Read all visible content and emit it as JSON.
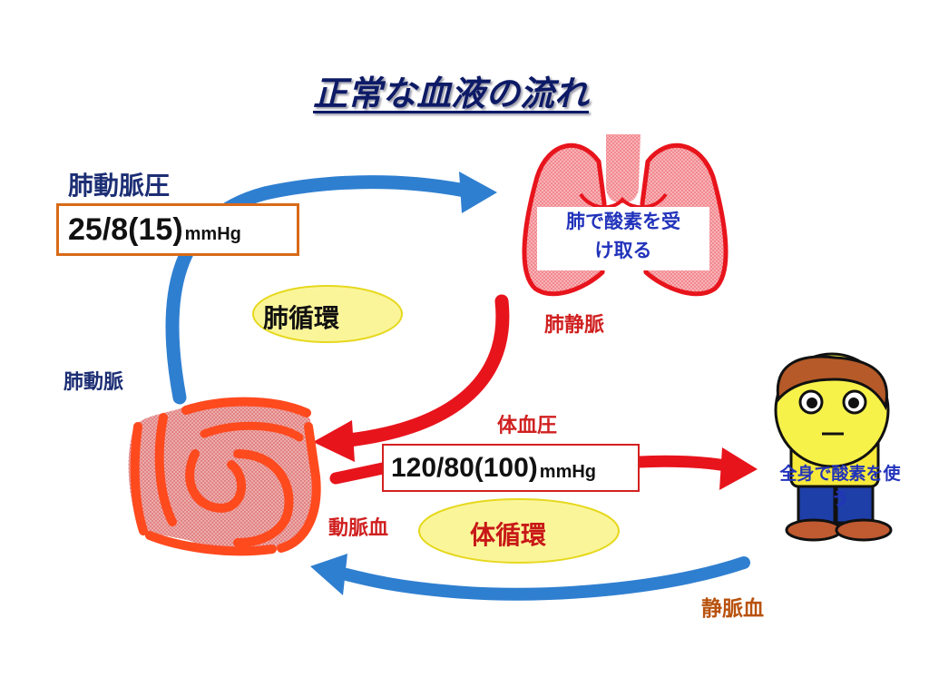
{
  "title": "正常な血液の流れ",
  "pulmonary_artery_pressure": {
    "label": "肺動脈圧",
    "value": "25/8(15)",
    "unit": "mmHg"
  },
  "pulmonary_artery": "肺動脈",
  "pulmonary_vein": "肺静脈",
  "pulmonary_circulation": "肺循環",
  "lungs_caption": {
    "line1": "肺で酸素を受",
    "line2": "け取る"
  },
  "systemic_blood_pressure": {
    "label": "体血圧",
    "value": "120/80(100)",
    "unit": "mmHg"
  },
  "arterial_blood": "動脈血",
  "systemic_circulation": "体循環",
  "body_caption": {
    "line1": "全身で酸素を使",
    "line2": "う"
  },
  "venous_blood": "静脈血",
  "colors": {
    "artery_blue": "#2f7fd0",
    "oxygenated_red": "#e8141c",
    "ellipse_yellow": "#fbf59a",
    "heart_orange": "#ff4a1e"
  },
  "icons": [
    "lungs-icon",
    "heart-icon",
    "person-icon"
  ]
}
